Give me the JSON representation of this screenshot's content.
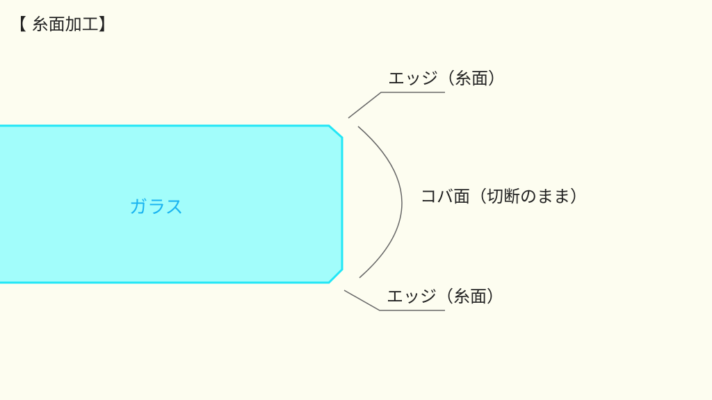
{
  "title": "【 糸面加工】",
  "glass": {
    "label": "ガラス",
    "fill_color": "#a2fdfb",
    "stroke_color": "#22e6f6",
    "label_color": "#1ab4f0"
  },
  "labels": {
    "edge_top": "エッジ（糸面）",
    "edge_face": "コバ面（切断のまま）",
    "edge_bottom": "エッジ（糸面）"
  },
  "line_color": "#666666"
}
